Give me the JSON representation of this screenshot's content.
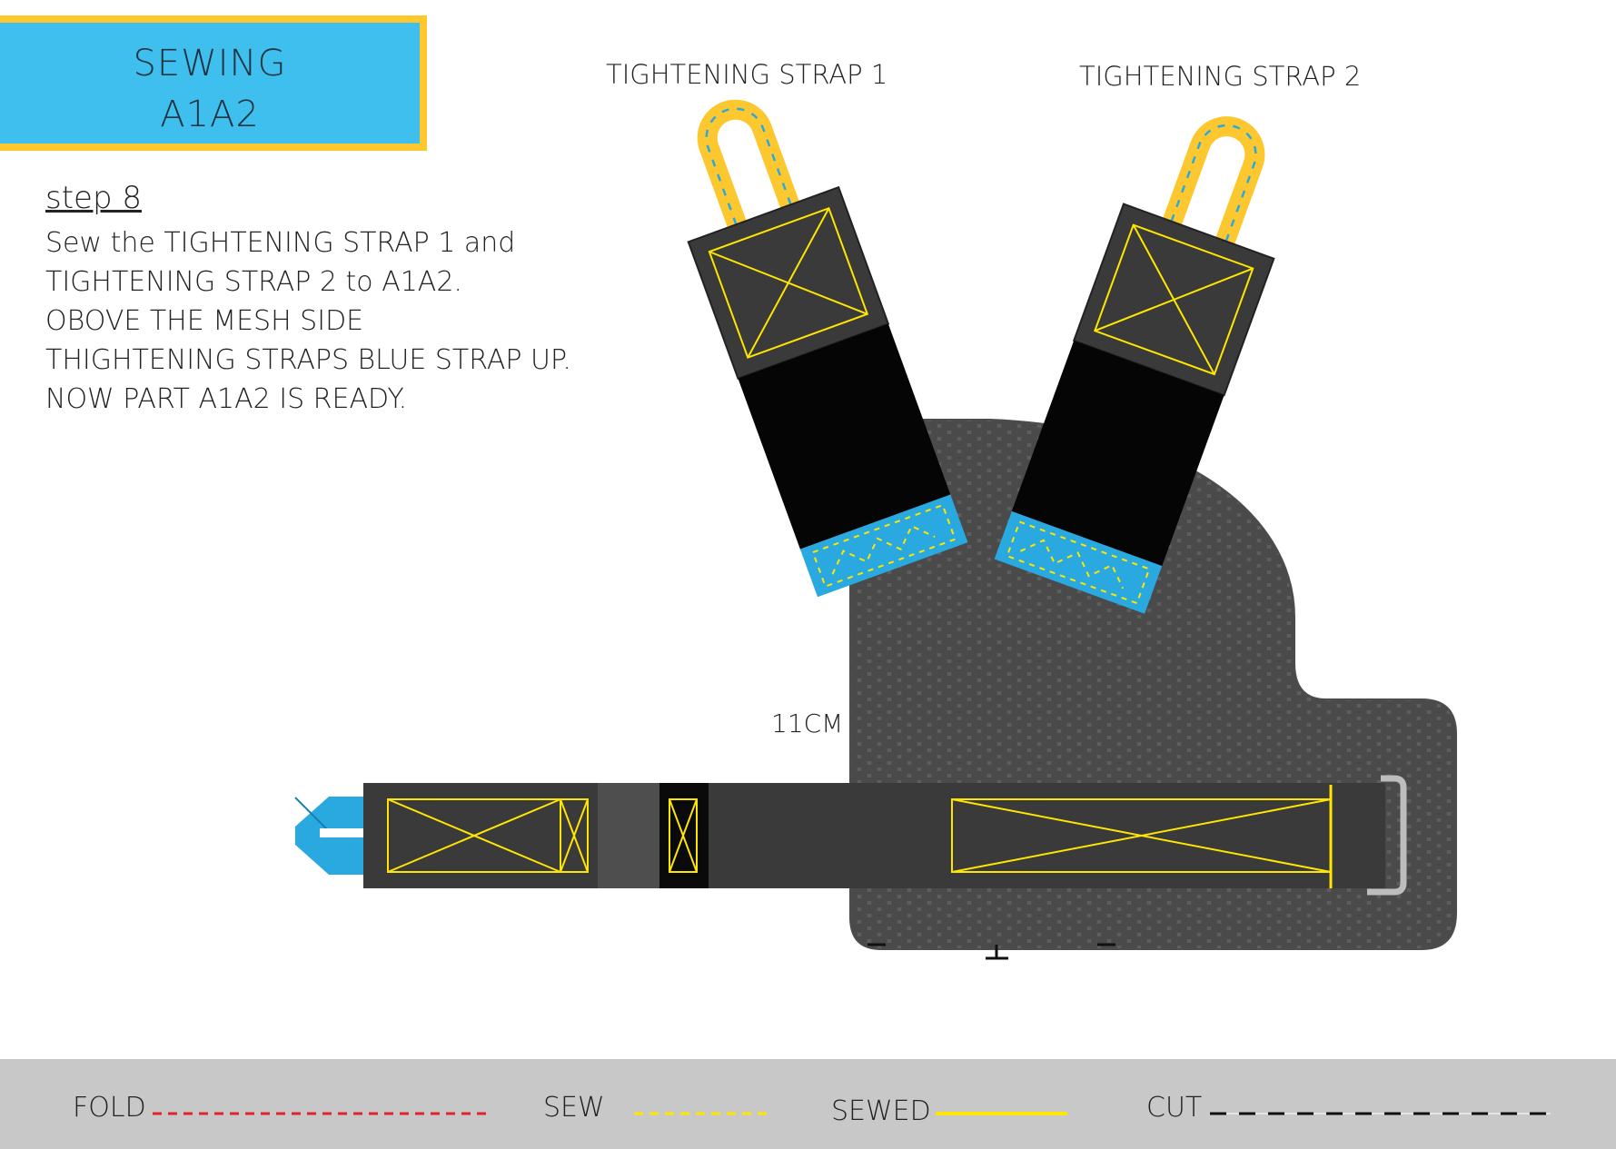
{
  "header": {
    "line1": "SEWING",
    "line2": "A1A2"
  },
  "instructions": {
    "step": "step 8",
    "lines": [
      "Sew the TIGHTENING STRAP 1 and",
      "TIGHTENING STRAP 2 to A1A2.",
      "OBOVE THE MESH SIDE",
      "THIGHTENING STRAPS BLUE STRAP UP.",
      "NOW PART A1A2 IS READY."
    ]
  },
  "labels": {
    "strap1": "TIGHTENING STRAP 1",
    "strap2": "TIGHTENING STRAP 2",
    "measurement": "11CM"
  },
  "legend": {
    "fold": "FOLD",
    "sew": "SEW",
    "sewed": "SEWED",
    "cut": "CUT"
  },
  "colors": {
    "title_bg": "#3fbfee",
    "title_border": "#fdc82f",
    "mesh": "#5a5a5a",
    "strap_dark": "#3a3a3a",
    "strap_black": "#050505",
    "loop_yellow": "#fdc82f",
    "stitch_yellow": "#ffe600",
    "blue_tab": "#2aa9e0",
    "fold_red": "#e4202a",
    "legend_bg": "#c8c8c8",
    "ring_gray": "#bdbdbd"
  }
}
